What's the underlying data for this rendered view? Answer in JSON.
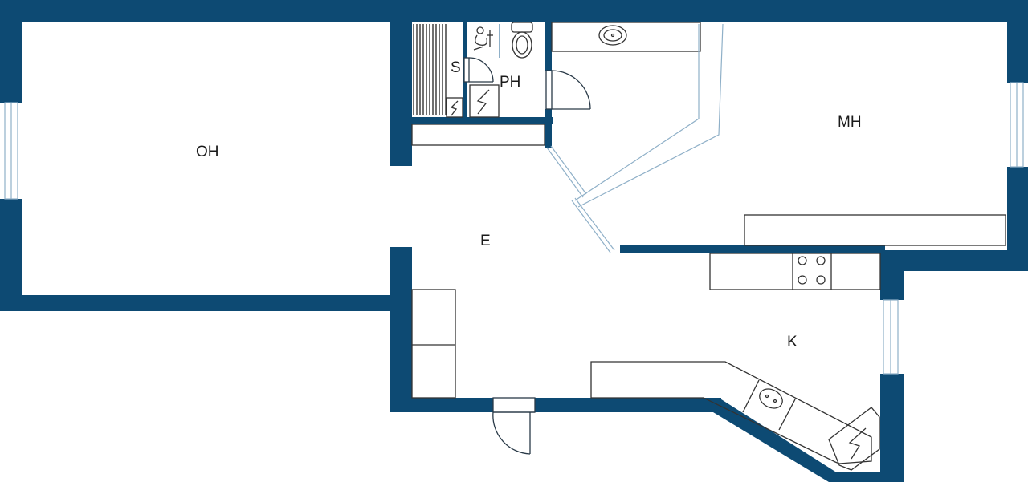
{
  "colors": {
    "wall": "#0d4a73",
    "fixture_line": "#333333",
    "window_line": "#8fb0c8",
    "door_swing": "#2a3a48"
  },
  "rooms": {
    "oh": "OH",
    "mh": "MH",
    "e": "E",
    "k": "K",
    "ph": "PH",
    "s": "S"
  }
}
